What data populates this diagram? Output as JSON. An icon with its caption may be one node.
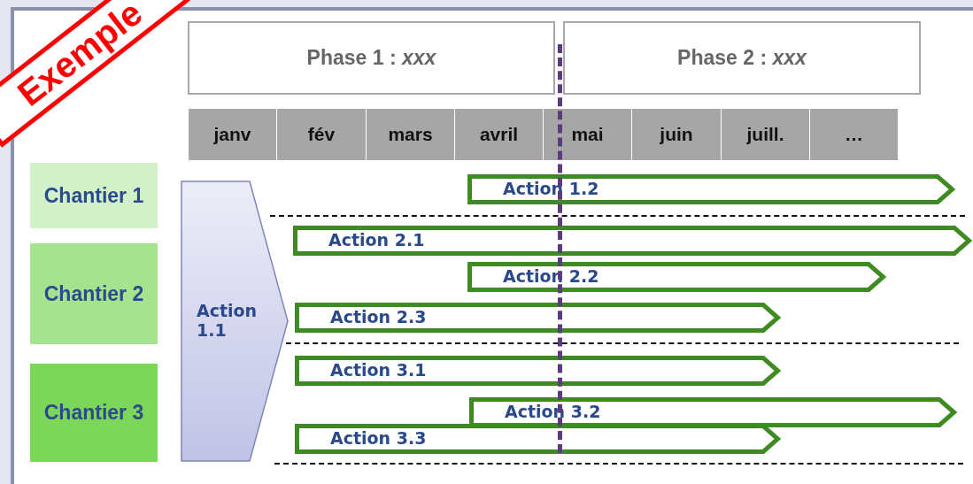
{
  "diagram": {
    "nodes": [
      {
        "text": [
          "Phase 1 : *xxx*"
        ]
      },
      {
        "text": [
          "Phase 2 : *xxx*"
        ]
      },
      {
        "text": [
          "janv"
        ]
      },
      {
        "text": [
          "fév"
        ]
      },
      {
        "text": [
          "mars"
        ]
      },
      {
        "text": [
          "avril"
        ]
      },
      {
        "text": [
          "mai"
        ]
      },
      {
        "text": [
          "juin"
        ]
      },
      {
        "text": [
          "juill."
        ]
      },
      {
        "text": [
          "…"
        ]
      },
      {
        "text": [
          "Chantier 1"
        ]
      },
      {
        "text": [
          "Chantier 2"
        ]
      },
      {
        "text": [
          "Chantier 3"
        ]
      },
      {
        "text": [
          "Action 1.1"
        ]
      },
      {
        "text": [
          "Action 1.2"
        ]
      },
      {
        "text": [
          "Action 2.1"
        ]
      },
      {
        "text": [
          "Action 2.2"
        ]
      },
      {
        "text": [
          "Action 2.3"
        ]
      },
      {
        "text": [
          "Action 3.1"
        ]
      },
      {
        "text": [
          "Action 3.2"
        ]
      },
      {
        "text": [
          "Action 3.3"
        ]
      }
    ],
    "edges": [],
    "labels": [
      "Exemple"
    ]
  }
}
